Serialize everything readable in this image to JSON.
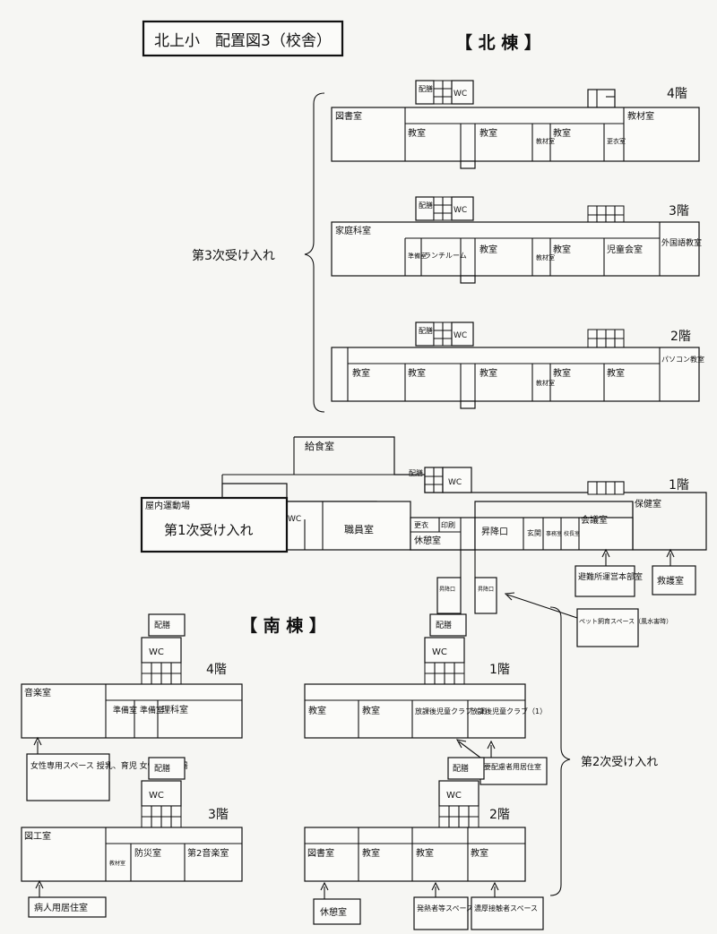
{
  "title": "北上小　配置図3（校舎）",
  "north": {
    "heading": "【 北 棟 】",
    "accept3": "第3次受け入れ",
    "f4": {
      "floor": "4階",
      "haizen": "配膳",
      "wc": "WC",
      "rooms": [
        "図書室",
        "教室",
        "教室",
        "教材室",
        "教室",
        "更衣室",
        "教材室"
      ]
    },
    "f3": {
      "floor": "3階",
      "haizen": "配膳",
      "wc": "WC",
      "rooms": [
        "家庭科室",
        "準備室",
        "ランチルーム",
        "教室",
        "教材室",
        "教室",
        "児童会室",
        "外国語教室"
      ]
    },
    "f2": {
      "floor": "2階",
      "haizen": "配膳",
      "wc": "WC",
      "rooms": [
        "教室",
        "教室",
        "教室",
        "教材室",
        "教室",
        "教室",
        "パソコン教室"
      ]
    },
    "f1": {
      "floor": "1階",
      "haizen": "配膳",
      "wc": "WC",
      "rooms": [
        "給食室",
        "屋内運動場",
        "WC",
        "職員室",
        "更衣",
        "印刷",
        "休憩室",
        "昇降口",
        "玄関",
        "事務室",
        "校長室",
        "会議室",
        "保健室",
        "昇降口",
        "昇降口"
      ],
      "accept1": "第1次受け入れ"
    },
    "labels": {
      "hinan": "避難所運営本部室",
      "kyugo": "救護室",
      "pet": "ペット飼育スペース（風水害時）"
    }
  },
  "south": {
    "heading": "【 南 棟 】",
    "accept2": "第2次受け入れ",
    "w4": {
      "floor": "4階",
      "haizen": "配膳",
      "wc": "WC",
      "rooms": [
        "音楽室",
        "準備室",
        "準備室",
        "理科室"
      ]
    },
    "w3": {
      "floor": "3階",
      "haizen": "配膳",
      "wc": "WC",
      "rooms": [
        "図工室",
        "教材室",
        "防災室",
        "第2音楽室"
      ]
    },
    "e1": {
      "floor": "1階",
      "haizen": "配膳",
      "wc": "WC",
      "rooms": [
        "教室",
        "教室",
        "放課後児童クラブ（2）",
        "放課後児童クラブ（1）"
      ]
    },
    "e2": {
      "floor": "2階",
      "haizen": "配膳",
      "wc": "WC",
      "rooms": [
        "図書室",
        "教室",
        "教室",
        "教室"
      ]
    },
    "labels": {
      "josei": "女性専用スペース 授乳、育児 女性用干し場",
      "byonin": "病人用居住室",
      "youhairyo": "要配慮者用居住室",
      "kyukei": "休憩室",
      "hatsunetsu": "発熱者等スペース",
      "noko": "濃厚接触者スペース"
    }
  }
}
